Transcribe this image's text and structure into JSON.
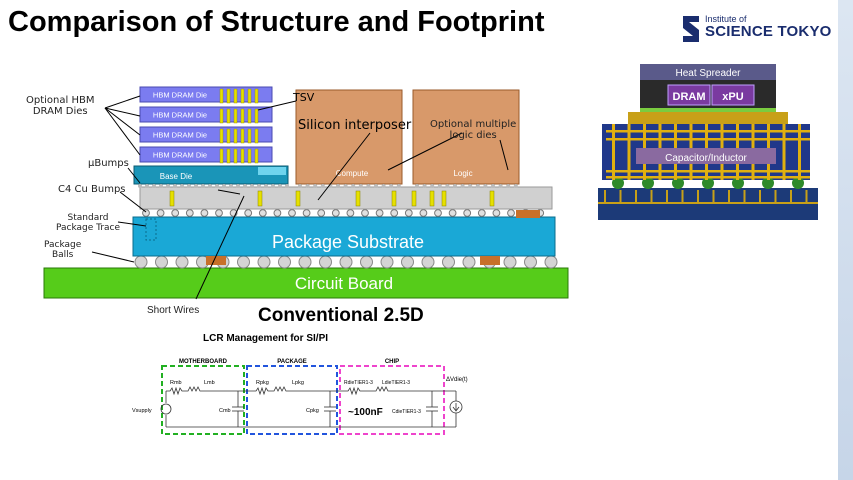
{
  "slide": {
    "title": "Comparison of Structure and Footprint",
    "logo": {
      "line1": "Institute of",
      "line2": "SCIENCE TOKYO"
    }
  },
  "left_diagram": {
    "caption": "Conventional 2.5D",
    "callouts": {
      "hbm": "Optional HBM\nDRAM Dies",
      "tsv": "TSV",
      "silicon_interposer": "Silicon interposer",
      "optional_logic": "Optional multiple\nlogic dies",
      "ubumps": "µBumps",
      "c4": "C4 Cu Bumps",
      "trace": "Standard\nPackage Trace",
      "balls": "Package\nBalls",
      "short_wires": "Short Wires"
    },
    "hbm_die_label": "HBM DRAM Die",
    "hbm_die_count": 4,
    "base_die": "Base Die",
    "compute": "Compute",
    "logic": "Logic",
    "package_substrate": "Package Substrate",
    "circuit_board": "Circuit Board"
  },
  "right_diagram": {
    "heat_spreader": "Heat Spreader",
    "dram": "DRAM",
    "xpu": "xPU",
    "capacitor_inductor": "Capacitor/Inductor"
  },
  "lcr": {
    "title": "LCR Management for SI/PI",
    "sections": {
      "motherboard": "MOTHERBOARD",
      "package": "PACKAGE",
      "chip": "CHIP"
    },
    "vsupply": "Vsupply",
    "mb": {
      "r": "Rmb",
      "l": "Lmb",
      "c": "Cmb"
    },
    "pkg": {
      "r": "Rpkg",
      "l": "Lpkg",
      "c": "Cpkg"
    },
    "chip": {
      "r": "RdieTIER1-3",
      "l": "LdieTIER1-3",
      "c": "CdieTIER1-3",
      "note": "~100nF"
    },
    "vdie": "ΔVdie(t)"
  },
  "colors": {
    "hbm": "#7b7cf0",
    "tsv": "#e6e000",
    "base_die": "#1a95b8",
    "logic_die": "#d8996a",
    "interposer": "#d0d0d0",
    "substrate": "#1aa8d6",
    "board": "#56cc1a",
    "motherboard_box": "#22b022",
    "package_box": "#2255dd",
    "chip_box": "#ee44cc"
  }
}
